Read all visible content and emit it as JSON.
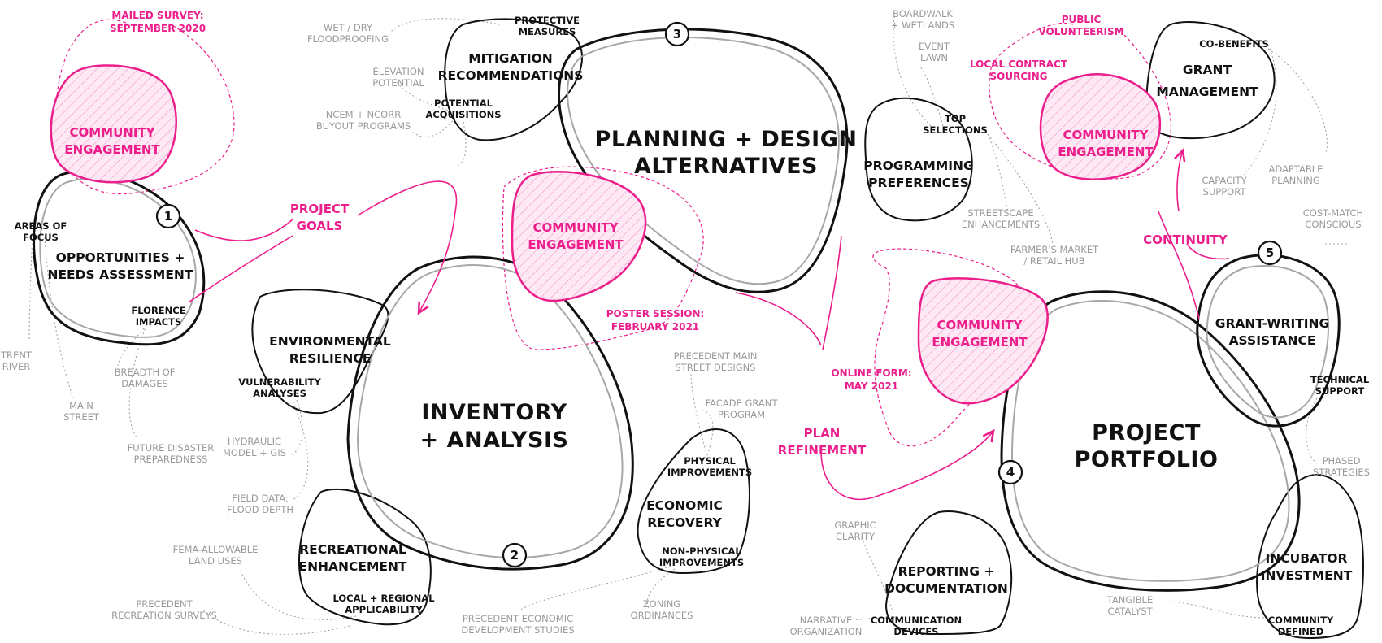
{
  "colors": {
    "pink": "#ec1e8c",
    "black": "#111111",
    "grey": "#9a9a9a"
  },
  "stages": {
    "s1": {
      "number": "1",
      "title_l1": "OPPORTUNITIES +",
      "title_l2": "NEEDS ASSESSMENT"
    },
    "s2": {
      "number": "2",
      "title_l1": "INVENTORY",
      "title_l2": "+ ANALYSIS"
    },
    "s3": {
      "number": "3",
      "title_l1": "PLANNING + DESIGN",
      "title_l2": "ALTERNATIVES"
    },
    "s4": {
      "number": "4",
      "title_l1": "PROJECT",
      "title_l2": "PORTFOLIO"
    },
    "s5": {
      "number": "5",
      "title_l1": "GRANT-WRITING",
      "title_l2": "ASSISTANCE"
    }
  },
  "community": {
    "c1": {
      "l1": "COMMUNITY",
      "l2": "ENGAGEMENT",
      "note_l1": "MAILED SURVEY:",
      "note_l2": "SEPTEMBER 2020"
    },
    "c2": {
      "l1": "COMMUNITY",
      "l2": "ENGAGEMENT",
      "note_l1": "POSTER SESSION:",
      "note_l2": "FEBRUARY 2021"
    },
    "c3": {
      "l1": "COMMUNITY",
      "l2": "ENGAGEMENT",
      "note_l1": "ONLINE FORM:",
      "note_l2": "MAY 2021"
    },
    "c4": {
      "l1": "COMMUNITY",
      "l2": "ENGAGEMENT",
      "note_a_l1": "PUBLIC",
      "note_a_l2": "VOLUNTEERISM",
      "note_b_l1": "LOCAL CONTRACT",
      "note_b_l2": "SOURCING"
    }
  },
  "transitions": {
    "goals_l1": "PROJECT",
    "goals_l2": "GOALS",
    "refine_l1": "PLAN",
    "refine_l2": "REFINEMENT",
    "continuity": "CONTINUITY"
  },
  "s1_detail": {
    "areas_l1": "AREAS OF",
    "areas_l2": "FOCUS",
    "florence_l1": "FLORENCE",
    "florence_l2": "IMPACTS",
    "trent_l1": "TRENT",
    "trent_l2": "RIVER",
    "main_l1": "MAIN",
    "main_l2": "STREET",
    "breadth_l1": "BREADTH OF",
    "breadth_l2": "DAMAGES",
    "future_l1": "FUTURE DISASTER",
    "future_l2": "PREPAREDNESS"
  },
  "mitigation": {
    "title_l1": "MITIGATION",
    "title_l2": "RECOMMENDATIONS",
    "protective_l1": "PROTECTIVE",
    "protective_l2": "MEASURES",
    "acq_l1": "POTENTIAL",
    "acq_l2": "ACQUISITIONS",
    "wet_l1": "WET / DRY",
    "wet_l2": "FLOODPROOFING",
    "elev_l1": "ELEVATION",
    "elev_l2": "POTENTIAL",
    "ncem_l1": "NCEM + NCORR",
    "ncem_l2": "BUYOUT PROGRAMS"
  },
  "environmental": {
    "title_l1": "ENVIRONMENTAL",
    "title_l2": "RESILIENCE",
    "vuln_l1": "VULNERABILITY",
    "vuln_l2": "ANALYSES",
    "hydraulic_l1": "HYDRAULIC",
    "hydraulic_l2": "MODEL + GIS",
    "field_l1": "FIELD DATA:",
    "field_l2": "FLOOD DEPTH"
  },
  "recreational": {
    "title_l1": "RECREATIONAL",
    "title_l2": "ENHANCEMENT",
    "local_l1": "LOCAL + REGIONAL",
    "local_l2": "APPLICABILITY",
    "fema_l1": "FEMA-ALLOWABLE",
    "fema_l2": "LAND USES",
    "prec_l1": "PRECEDENT",
    "prec_l2": "RECREATION SURVEYS"
  },
  "economic": {
    "title_l1": "ECONOMIC",
    "title_l2": "RECOVERY",
    "phys_l1": "PHYSICAL",
    "phys_l2": "IMPROVEMENTS",
    "nonphys_l1": "NON-PHYSICAL",
    "nonphys_l2": "IMPROVEMENTS",
    "pms_l1": "PRECEDENT MAIN",
    "pms_l2": "STREET DESIGNS",
    "facade_l1": "FACADE GRANT",
    "facade_l2": "PROGRAM",
    "ped_l1": "PRECEDENT ECONOMIC",
    "ped_l2": "DEVELOPMENT STUDIES",
    "zoning_l1": "ZONING",
    "zoning_l2": "ORDINANCES"
  },
  "programming": {
    "title_l1": "PROGRAMMING",
    "title_l2": "PREFERENCES",
    "top_l1": "TOP",
    "top_l2": "SELECTIONS",
    "board_l1": "BOARDWALK",
    "board_l2": "+ WETLANDS",
    "event_l1": "EVENT",
    "event_l2": "LAWN",
    "street_l1": "STREETSCAPE",
    "street_l2": "ENHANCEMENTS",
    "farm_l1": "FARMER'S MARKET",
    "farm_l2": "/ RETAIL HUB"
  },
  "grant": {
    "title_l1": "GRANT",
    "title_l2": "MANAGEMENT",
    "cobenefits": "CO-BENEFITS",
    "capacity_l1": "CAPACITY",
    "capacity_l2": "SUPPORT",
    "adapt_l1": "ADAPTABLE",
    "adapt_l2": "PLANNING"
  },
  "s5_detail": {
    "cost_l1": "COST-MATCH",
    "cost_l2": "CONSCIOUS",
    "tech_l1": "TECHNICAL",
    "tech_l2": "SUPPORT",
    "phased_l1": "PHASED",
    "phased_l2": "STRATEGIES"
  },
  "reporting": {
    "title_l1": "REPORTING +",
    "title_l2": "DOCUMENTATION",
    "comm_l1": "COMMUNICATION",
    "comm_l2": "DEVICES",
    "graphic_l1": "GRAPHIC",
    "graphic_l2": "CLARITY",
    "narr_l1": "NARRATIVE",
    "narr_l2": "ORGANIZATION"
  },
  "incubator": {
    "title_l1": "INCUBATOR",
    "title_l2": "INVESTMENT",
    "cd_l1": "COMMUNITY",
    "cd_l2": "DEFINED",
    "tangible_l1": "TANGIBLE",
    "tangible_l2": "CATALYST"
  }
}
